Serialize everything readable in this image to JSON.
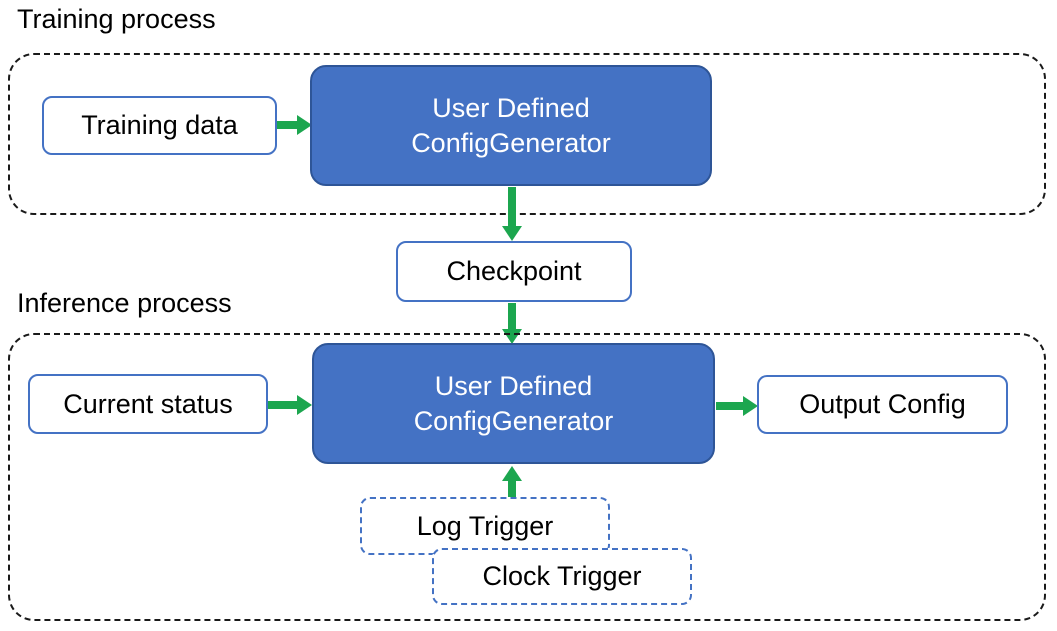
{
  "sections": {
    "training": {
      "label": "Training process"
    },
    "inference": {
      "label": "Inference process"
    }
  },
  "nodes": {
    "training_data": "Training data",
    "generator_line1": "User Defined",
    "generator_line2": "ConfigGenerator",
    "checkpoint": "Checkpoint",
    "current_status": "Current status",
    "output_config": "Output Config",
    "log_trigger": "Log Trigger",
    "clock_trigger": "Clock Trigger"
  },
  "edges": [
    {
      "from": "training_data",
      "to": "user_defined_config_generator_training",
      "direction": "right"
    },
    {
      "from": "user_defined_config_generator_training",
      "to": "checkpoint",
      "direction": "down"
    },
    {
      "from": "checkpoint",
      "to": "user_defined_config_generator_inference",
      "direction": "down"
    },
    {
      "from": "current_status",
      "to": "user_defined_config_generator_inference",
      "direction": "right"
    },
    {
      "from": "user_defined_config_generator_inference",
      "to": "output_config",
      "direction": "right"
    },
    {
      "from": "log_trigger",
      "to": "user_defined_config_generator_inference",
      "direction": "up"
    }
  ],
  "colors": {
    "node_fill": "#4472C4",
    "node_stroke": "#2E5597",
    "box_stroke": "#4472C4",
    "arrow": "#1CA64F",
    "container_stroke": "#1a1a1a",
    "text_dark": "#000000",
    "text_light": "#FFFFFF"
  }
}
